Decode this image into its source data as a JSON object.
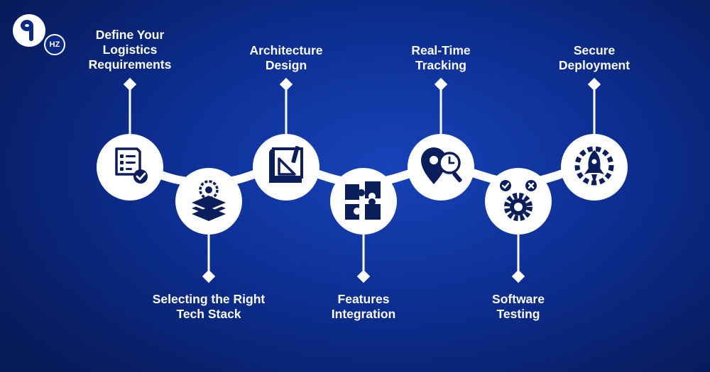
{
  "brand": {
    "logo_text": "HZ"
  },
  "colors": {
    "background": "#0d2f93",
    "circle_fill": "#ffffff",
    "icon_color": "#0b1e5c",
    "connector": "#ffffff"
  },
  "steps": [
    {
      "label": "Define Your\nLogistics\nRequirements",
      "icon": "checklist-icon",
      "position": "top"
    },
    {
      "label": "Selecting the Right\nTech Stack",
      "icon": "layered-stack-gear-icon",
      "position": "bottom"
    },
    {
      "label": "Architecture\nDesign",
      "icon": "blueprint-icon",
      "position": "top"
    },
    {
      "label": "Features\nIntegration",
      "icon": "puzzle-icon",
      "position": "bottom"
    },
    {
      "label": "Real-Time\nTracking",
      "icon": "location-clock-icon",
      "position": "top"
    },
    {
      "label": "Software\nTesting",
      "icon": "gear-check-icon",
      "position": "bottom"
    },
    {
      "label": "Secure\nDeployment",
      "icon": "rocket-gear-icon",
      "position": "top"
    }
  ]
}
